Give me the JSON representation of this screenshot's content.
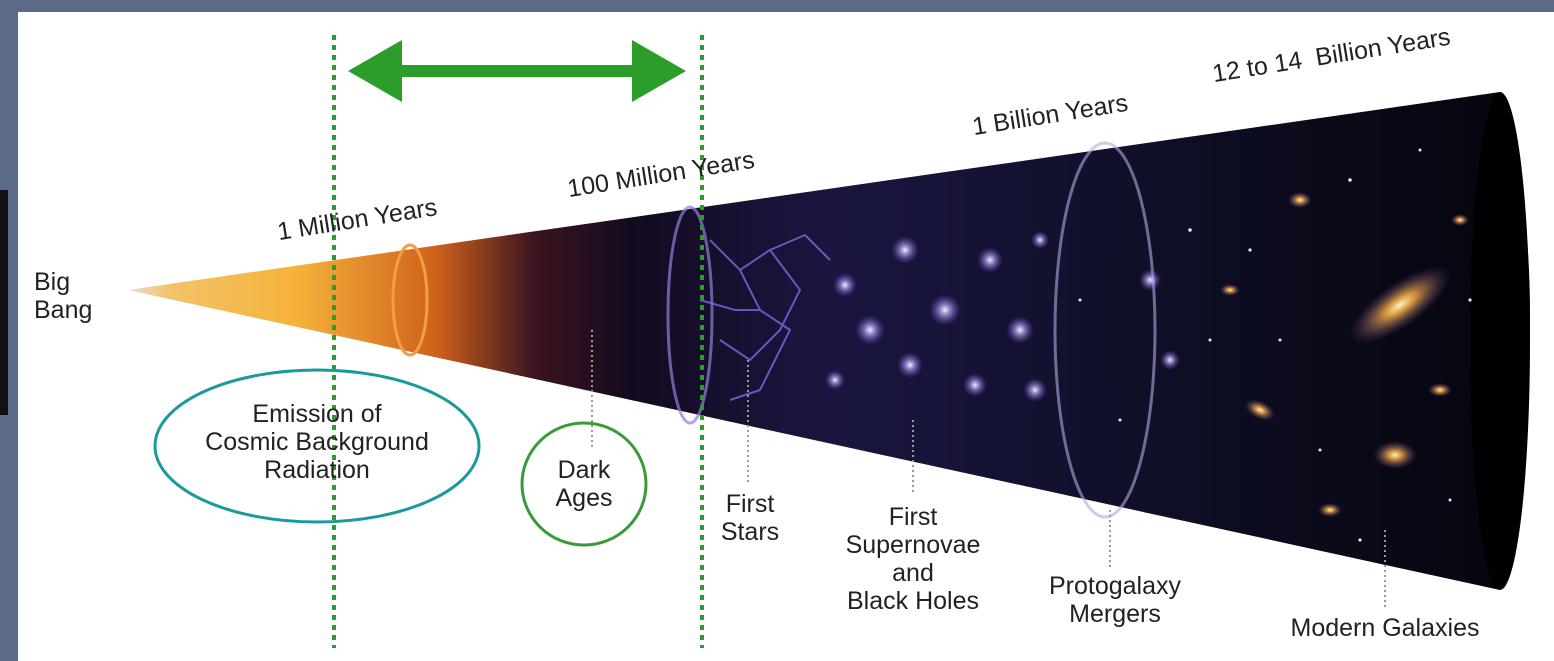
{
  "timeline": {
    "start_label": "Big\nBang",
    "ticks": [
      "1 Million Years",
      "100 Million Years",
      "1 Billion Years",
      "12 to 14  Billion Years"
    ]
  },
  "epochs": {
    "cmb": "Emission of\nCosmic Background\nRadiation",
    "dark_ages": "Dark\nAges",
    "first_stars": "First\nStars",
    "supernovae": "First\nSupernovae\nand\nBlack Holes",
    "protogalaxy": "Protogalaxy\nMergers",
    "modern": "Modern Galaxies"
  },
  "colors": {
    "highlight_green": "#2a9d2a",
    "teal_ellipse": "#1a9a9a",
    "green_ellipse": "#3a9a3a"
  }
}
